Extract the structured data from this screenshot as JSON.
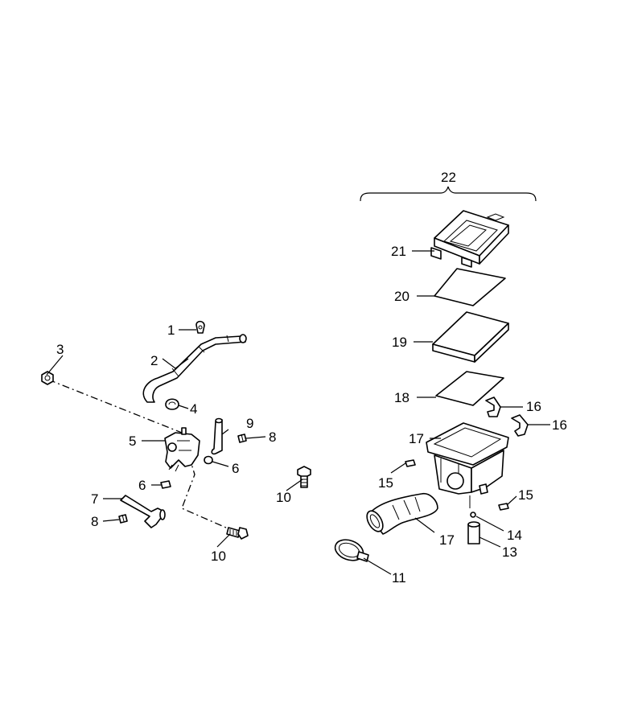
{
  "callouts": [
    {
      "id": "c1",
      "text": "1"
    },
    {
      "id": "c2",
      "text": "2"
    },
    {
      "id": "c3",
      "text": "3"
    },
    {
      "id": "c4",
      "text": "4"
    },
    {
      "id": "c5",
      "text": "5"
    },
    {
      "id": "c6a",
      "text": "6"
    },
    {
      "id": "c6b",
      "text": "6"
    },
    {
      "id": "c7",
      "text": "7"
    },
    {
      "id": "c8a",
      "text": "8"
    },
    {
      "id": "c8b",
      "text": "8"
    },
    {
      "id": "c9",
      "text": "9"
    },
    {
      "id": "c10a",
      "text": "10"
    },
    {
      "id": "c10b",
      "text": "10"
    },
    {
      "id": "c11",
      "text": "11"
    },
    {
      "id": "c13",
      "text": "13"
    },
    {
      "id": "c14",
      "text": "14"
    },
    {
      "id": "c15a",
      "text": "15"
    },
    {
      "id": "c15b",
      "text": "15"
    },
    {
      "id": "c16a",
      "text": "16"
    },
    {
      "id": "c16b",
      "text": "16"
    },
    {
      "id": "c17a",
      "text": "17"
    },
    {
      "id": "c17b",
      "text": "17"
    },
    {
      "id": "c18",
      "text": "18"
    },
    {
      "id": "c19",
      "text": "19"
    },
    {
      "id": "c20",
      "text": "20"
    },
    {
      "id": "c21",
      "text": "21"
    },
    {
      "id": "c22",
      "text": "22"
    }
  ]
}
